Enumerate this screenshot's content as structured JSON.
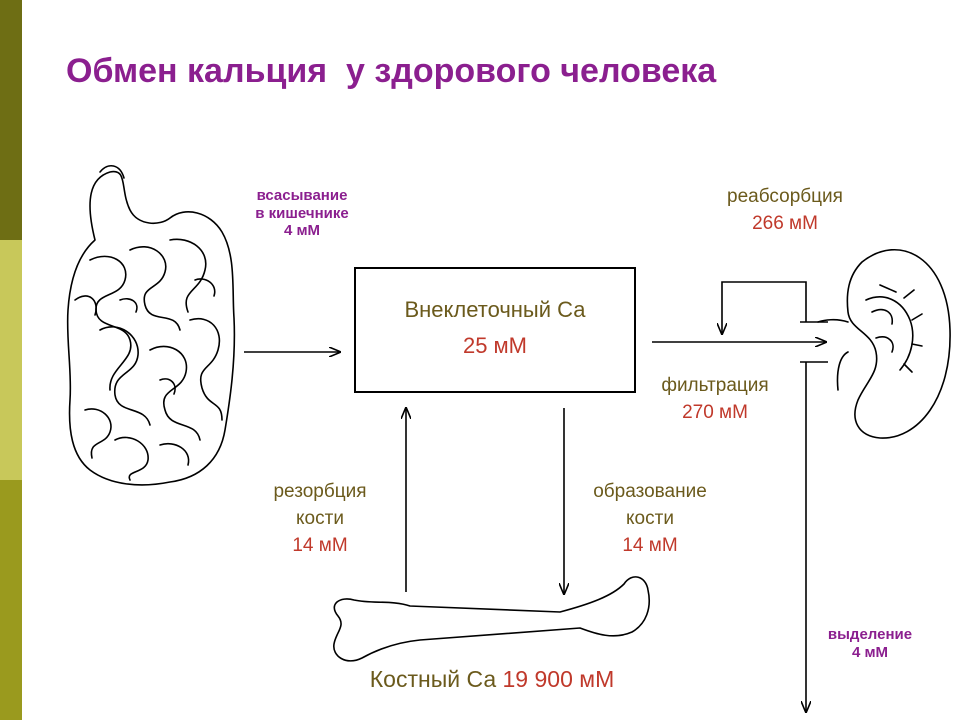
{
  "title": "Обмен кальция  у здорового человека",
  "intestine": {
    "l1": "всасывание",
    "l2": "в кишечнике",
    "l3": "4 мМ"
  },
  "reabsorption": {
    "label": "реабсорбция",
    "value": "266 мМ"
  },
  "extracellular": {
    "label": "Внеклеточный Са",
    "value": "25 мМ"
  },
  "filtration": {
    "label": "фильтрация",
    "value": "270 мМ"
  },
  "resorption": {
    "l1": "резорбция",
    "l2": "кости",
    "value": "14 мМ"
  },
  "formation": {
    "l1": "образование",
    "l2": "кости",
    "value": "14 мМ"
  },
  "excretion": {
    "l1": "выделение",
    "l2": "4 мМ"
  },
  "bone": {
    "label": "Костный Са",
    "value": "19 900 мМ"
  },
  "colors": {
    "title": "#8b1f8f",
    "label_olive": "#6b5a1c",
    "value_red": "#c0392b",
    "bar_dark": "#6e6e14",
    "bar_light": "#c8c85a"
  }
}
